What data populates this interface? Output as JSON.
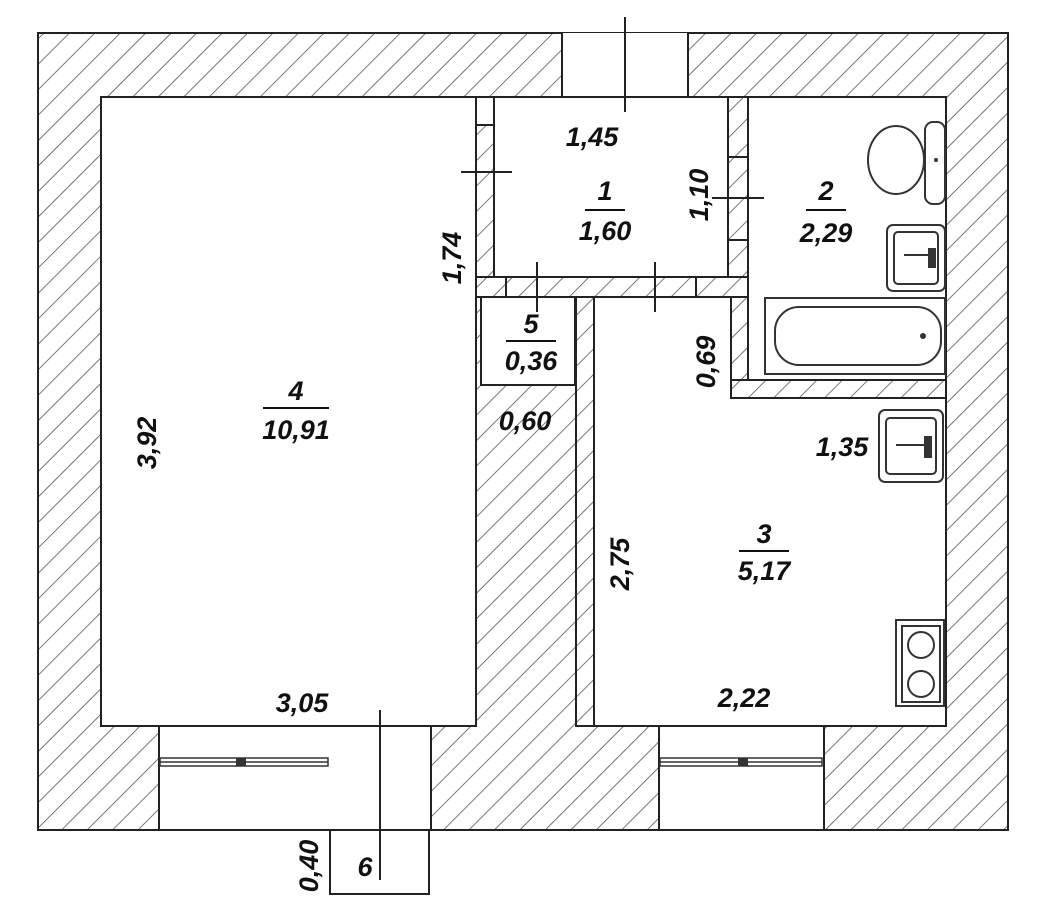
{
  "rooms": [
    {
      "id": "1",
      "number": "1",
      "area": "1,60"
    },
    {
      "id": "2",
      "number": "2",
      "area": "2,29"
    },
    {
      "id": "3",
      "number": "3",
      "area": "5,17"
    },
    {
      "id": "4",
      "number": "4",
      "area": "10,91"
    },
    {
      "id": "5",
      "number": "5",
      "area": "0,36"
    },
    {
      "id": "6",
      "number": "6"
    }
  ],
  "dimensions": {
    "room1_width": "1,45",
    "room1_height": "1,10",
    "hall_height": "1,74",
    "room4_height": "3,92",
    "room4_width": "3,05",
    "closet_width": "0,60",
    "kitchen_offset": "0,69",
    "kitchen_inner": "1,35",
    "kitchen_height": "2,75",
    "kitchen_width": "2,22",
    "balcony_depth": "0,40"
  },
  "colors": {
    "frame": "#000000",
    "paper": "#ffffff",
    "line": "#222222"
  }
}
